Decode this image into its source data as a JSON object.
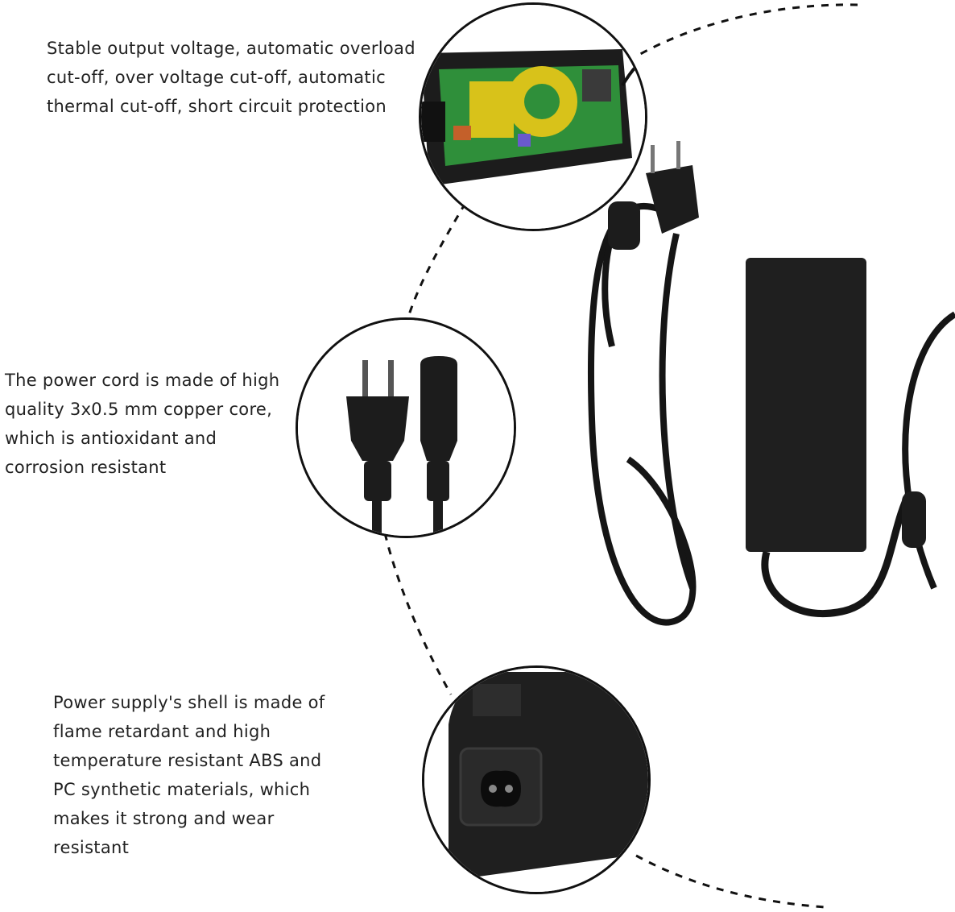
{
  "features": [
    {
      "lines": [
        "Stable output voltage, automatic overload",
        "cut-off, over voltage cut-off, automatic",
        "thermal cut-off, short circuit protection"
      ]
    },
    {
      "lines": [
        "The power cord is made of high",
        "quality 3x0.5 mm copper core,",
        "which is antioxidant and",
        "corrosion resistant"
      ]
    },
    {
      "lines": [
        "Power supply's shell is made of",
        "flame retardant and high",
        "temperature resistant ABS and",
        "PC synthetic materials, which",
        "makes it strong and wear",
        "resistant"
      ]
    }
  ],
  "colors": {
    "text": "#222222",
    "outline": "#111111",
    "adapter_body": "#1c1c1c",
    "pcb_green": "#2f8f3a",
    "coil_yellow": "#d8c21a"
  },
  "icons": [
    "dashed-arc",
    "circuit-board-cutaway",
    "power-plug",
    "adapter-socket",
    "power-adapter-product"
  ]
}
